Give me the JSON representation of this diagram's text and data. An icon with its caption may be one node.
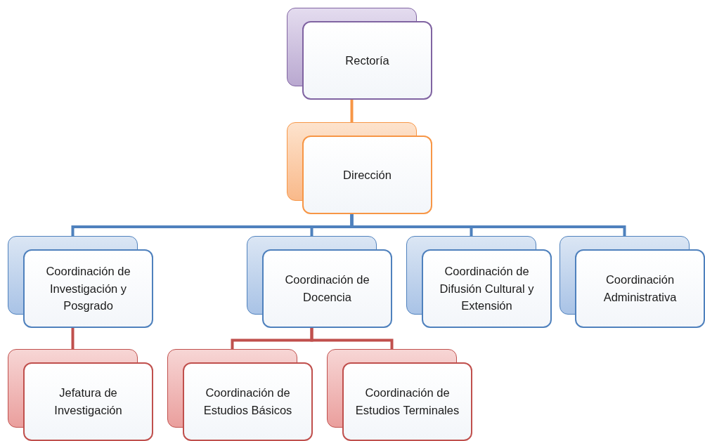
{
  "diagram": {
    "nodes": [
      {
        "text": [
          "Rectoría"
        ]
      },
      {
        "text": [
          "Dirección"
        ]
      },
      {
        "text": [
          "Coordinación de Investigación y Posgrado"
        ]
      },
      {
        "text": [
          "Coordinación de Docencia"
        ]
      },
      {
        "text": [
          "Coordinación de Difusión Cultural y Extensión"
        ]
      },
      {
        "text": [
          "Coordinación Administrativa"
        ]
      },
      {
        "text": [
          "Jefatura de Investigación"
        ]
      },
      {
        "text": [
          "Coordinación de Estudios Básicos"
        ]
      },
      {
        "text": [
          "Coordinación de Estudios Terminales"
        ]
      }
    ],
    "edges": [
      {
        "from": 0,
        "to": 1,
        "arrow": "none",
        "color": "#f79646"
      },
      {
        "from": 1,
        "to": 2,
        "arrow": "none"
      },
      {
        "from": 1,
        "to": 3,
        "arrow": "none"
      },
      {
        "from": 1,
        "to": 4,
        "arrow": "none"
      },
      {
        "from": 1,
        "to": 5,
        "arrow": "none"
      },
      {
        "from": 2,
        "to": 6,
        "arrow": "none",
        "color": "#c0504d"
      },
      {
        "from": 3,
        "to": 7,
        "arrow": "none",
        "color": "#c0504d"
      },
      {
        "from": 3,
        "to": 8,
        "arrow": "none",
        "color": "#c0504d"
      }
    ]
  }
}
